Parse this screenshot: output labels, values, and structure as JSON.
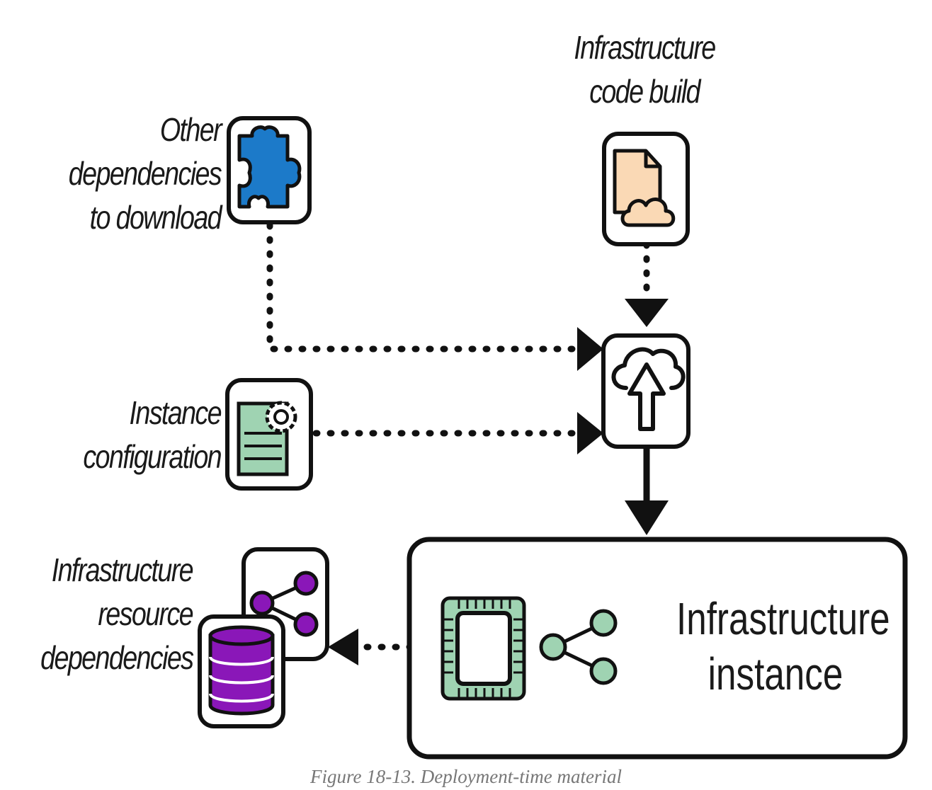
{
  "labels": {
    "other_deps": [
      "Other",
      "dependencies",
      "to download"
    ],
    "code_build": [
      "Infrastructure",
      "code build"
    ],
    "instance_config": [
      "Instance",
      "configuration"
    ],
    "resource_deps": [
      "Infrastructure",
      "resource",
      "dependencies"
    ],
    "instance": [
      "Infrastructure",
      "instance"
    ]
  },
  "caption": "Figure 18-13. Deployment-time material",
  "icons": {
    "other_deps": "puzzle-piece-icon",
    "code_build": "document-cloud-icon",
    "instance_config": "config-document-gear-icon",
    "deploy": "cloud-upload-icon",
    "resource_share": "share-nodes-icon",
    "resource_db": "database-icon",
    "instance_chip": "chip-icon",
    "instance_share": "share-nodes-icon"
  },
  "colors": {
    "puzzle": "#1c7ac9",
    "document": "#fad9b5",
    "config": "#9fd3b2",
    "purple": "#8a17b8",
    "chip": "#9fd3b2",
    "stroke": "#111111"
  }
}
